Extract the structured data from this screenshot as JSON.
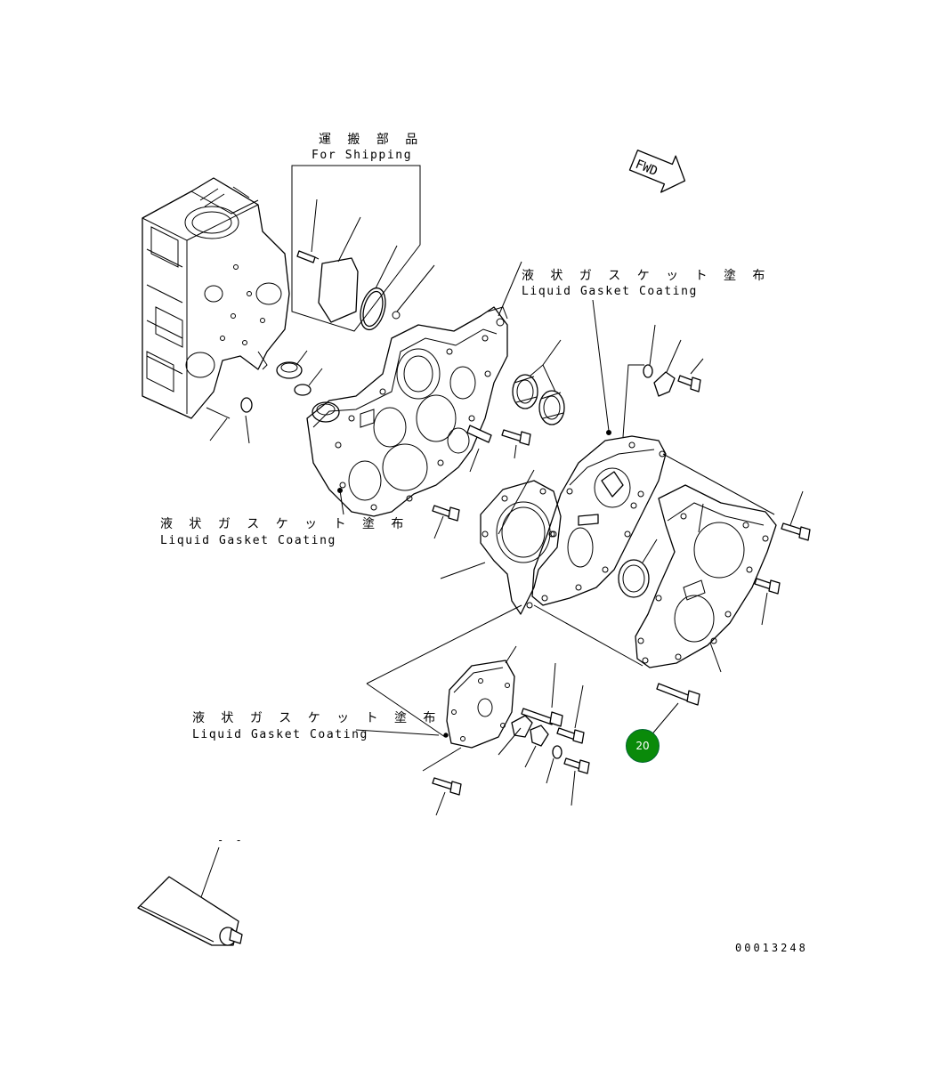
{
  "labels": {
    "shipping_ja": "運 搬 部 品",
    "shipping_en": "For Shipping",
    "gasket_top_ja": "液 状 ガ ス ケ ッ ト 塗 布",
    "gasket_top_en": "Liquid Gasket Coating",
    "gasket_left_ja": "液 状 ガ ス ケ ッ ト 塗 布",
    "gasket_left_en": "Liquid Gasket Coating",
    "gasket_bottom_ja": "液 状 ガ ス ケ ッ ト 塗 布",
    "gasket_bottom_en": "Liquid Gasket Coating",
    "fwd": "FWD"
  },
  "callout": {
    "number": "20",
    "color": "#0a8a0a"
  },
  "drawing_number": "00013248",
  "tube_label": "- -"
}
